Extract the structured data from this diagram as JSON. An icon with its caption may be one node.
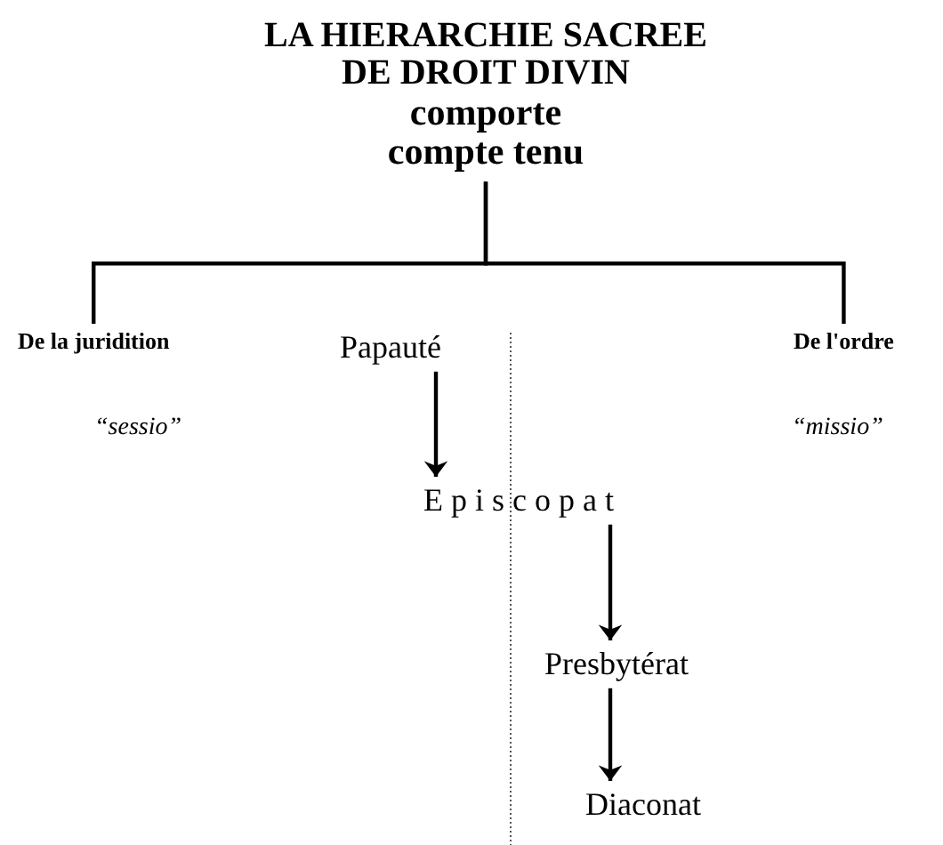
{
  "diagram": {
    "nodes": [
      {
        "text": [
          "LA HIERARCHIE SACREE DE DROIT DIVIN",
          "comporte compte tenu"
        ]
      },
      {
        "text": [
          "De la juridition"
        ],
        "beside": [
          "“sessio”"
        ]
      },
      {
        "text": [
          "De l'ordre"
        ],
        "beside": [
          "“missio”"
        ]
      },
      {
        "text": [
          "Papauté"
        ]
      },
      {
        "text": [
          "Episcopat"
        ]
      },
      {
        "text": [
          "Presbytérat"
        ]
      },
      {
        "text": [
          "Diaconat"
        ]
      }
    ],
    "edges": [
      {
        "from": 0,
        "to": 1,
        "arrow": "none"
      },
      {
        "from": 0,
        "to": 2,
        "arrow": "none"
      },
      {
        "from": 3,
        "to": 4,
        "arrow": "to"
      },
      {
        "from": 4,
        "to": 5,
        "arrow": "to"
      },
      {
        "from": 5,
        "to": 6,
        "arrow": "to"
      }
    ]
  }
}
